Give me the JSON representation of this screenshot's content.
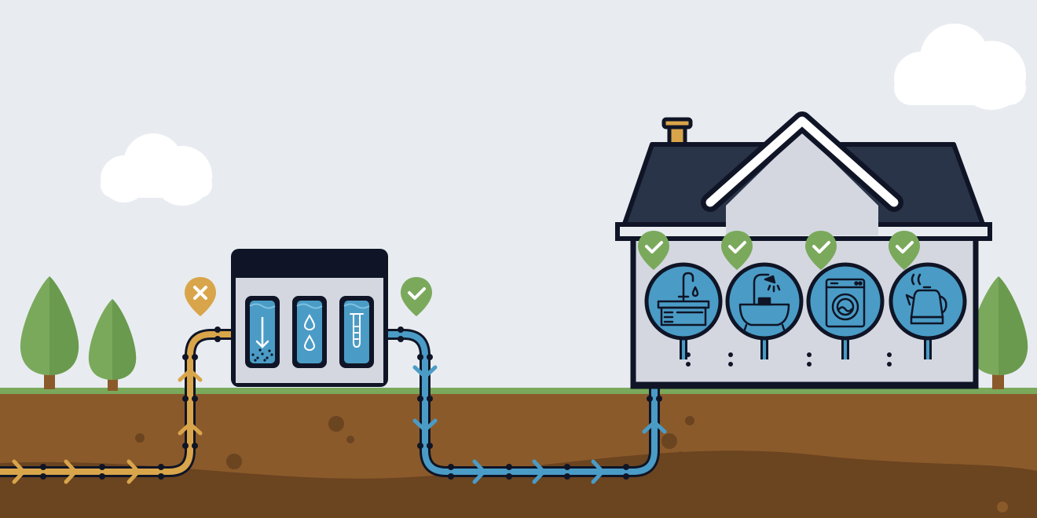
{
  "scene": {
    "colors": {
      "sky": "#e8ecf0",
      "grass": "#7aa95c",
      "soil": "#8b5a2b",
      "soil_dark": "#6b4420",
      "untreated_pipe": "#d9a54a",
      "treated_pipe": "#4a9cc6",
      "outline": "#0f1526",
      "roof": "#2a3448",
      "house_wall": "#d4d7e0",
      "approved_marker": "#7aa95c",
      "rejected_marker": "#d9a54a",
      "tree": "#7aa95c",
      "trunk": "#8b5a2b"
    },
    "pipe_flow": [
      {
        "name": "untreated-water",
        "color": "untreated_pipe",
        "status": "rejected"
      },
      {
        "name": "filtered-water",
        "color": "treated_pipe",
        "status": "approved"
      }
    ],
    "filter_stages": [
      {
        "icon": "sediment-arrow-icon"
      },
      {
        "icon": "water-drops-icon"
      },
      {
        "icon": "test-tube-icon"
      }
    ],
    "status_markers": [
      {
        "icon": "x-mark-icon",
        "status": "rejected"
      },
      {
        "icon": "check-mark-icon",
        "status": "approved"
      }
    ],
    "house_fixtures": [
      {
        "icon": "kitchen-sink-icon",
        "status": "approved"
      },
      {
        "icon": "bathtub-shower-icon",
        "status": "approved"
      },
      {
        "icon": "washing-machine-icon",
        "status": "approved"
      },
      {
        "icon": "kettle-icon",
        "status": "approved"
      }
    ]
  }
}
